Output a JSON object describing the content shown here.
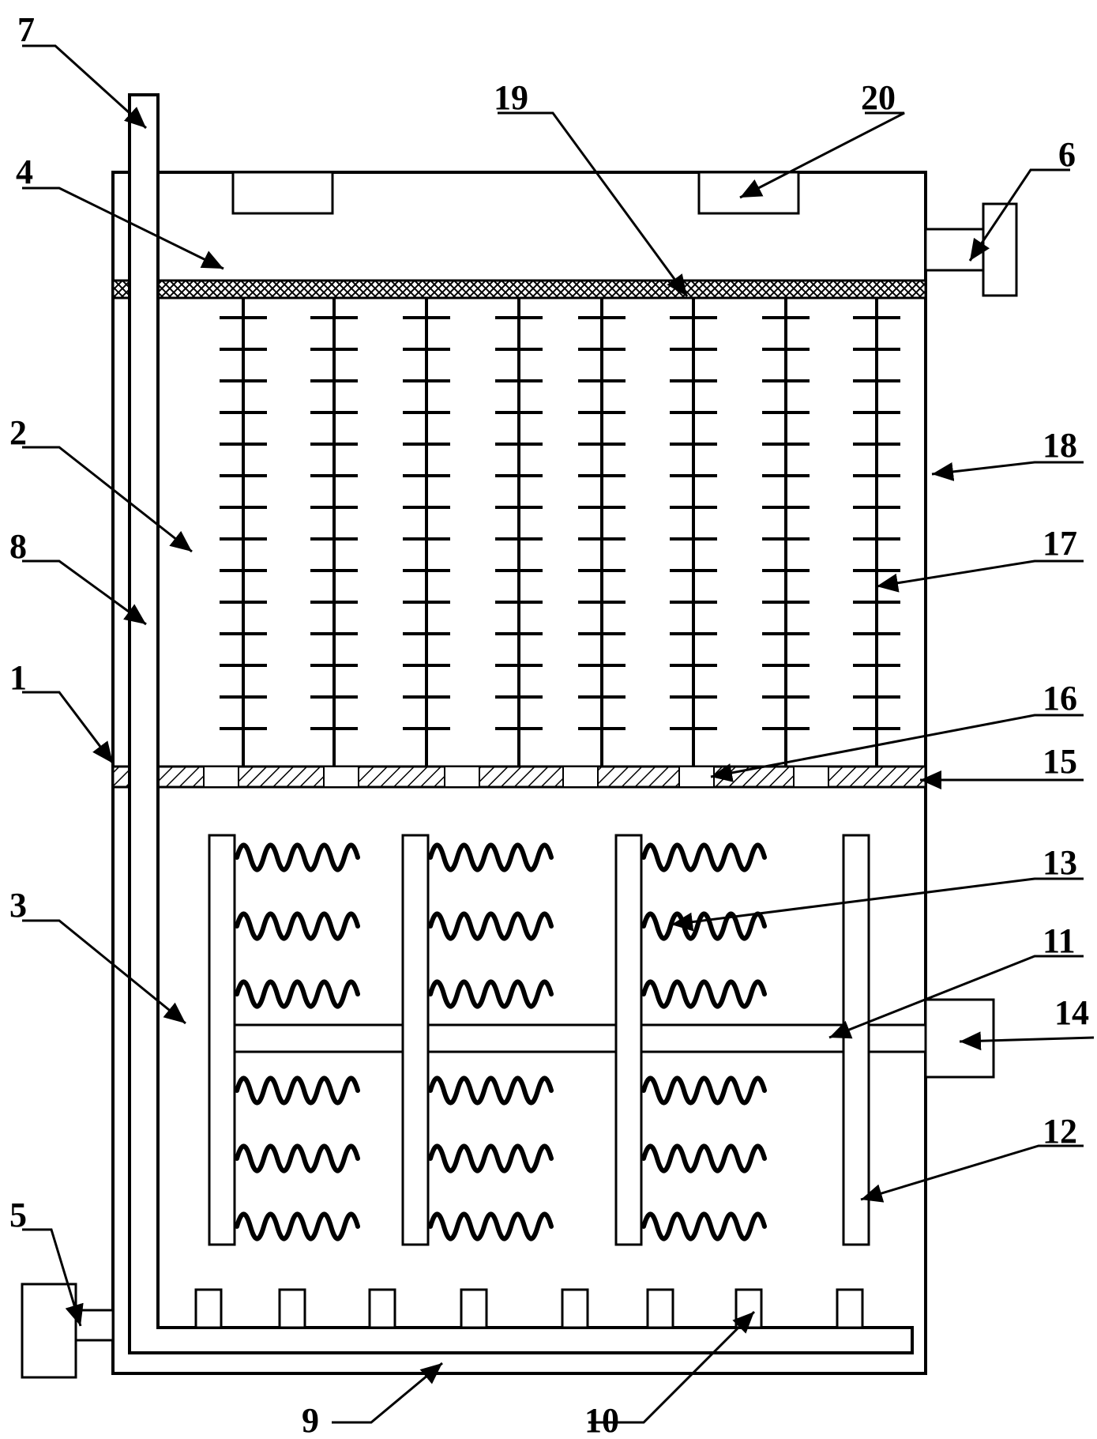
{
  "diagram": {
    "type": "technical-apparatus-drawing",
    "line_color": "#000000",
    "background": "#ffffff",
    "labels": [
      {
        "id": "l1",
        "text": "1"
      },
      {
        "id": "l2",
        "text": "2"
      },
      {
        "id": "l3",
        "text": "3"
      },
      {
        "id": "l4",
        "text": "4"
      },
      {
        "id": "l5",
        "text": "5"
      },
      {
        "id": "l6",
        "text": "6"
      },
      {
        "id": "l7",
        "text": "7"
      },
      {
        "id": "l8",
        "text": "8"
      },
      {
        "id": "l9",
        "text": "9"
      },
      {
        "id": "l10",
        "text": "10"
      },
      {
        "id": "l11",
        "text": "11"
      },
      {
        "id": "l12",
        "text": "12"
      },
      {
        "id": "l13",
        "text": "13"
      },
      {
        "id": "l14",
        "text": "14"
      },
      {
        "id": "l15",
        "text": "15"
      },
      {
        "id": "l16",
        "text": "16"
      },
      {
        "id": "l17",
        "text": "17"
      },
      {
        "id": "l18",
        "text": "18"
      },
      {
        "id": "l19",
        "text": "19"
      },
      {
        "id": "l20",
        "text": "20"
      }
    ]
  }
}
